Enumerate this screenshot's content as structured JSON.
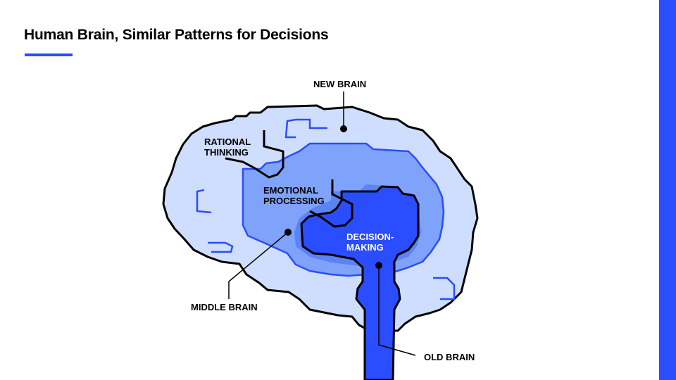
{
  "slide": {
    "title": "Human Brain, Similar Patterns for Decisions"
  },
  "colors": {
    "accent": "#2a4dff",
    "outline": "#000000",
    "new_brain_fill": "#cfdefe",
    "middle_brain_fill": "#7fa3fb",
    "middle_inner_fill": "#5b82f7",
    "old_brain_fill": "#2a4dff",
    "inner_stroke": "#2a4dff"
  },
  "diagram": {
    "labels": {
      "new_brain": "NEW BRAIN",
      "rational_1": "RATIONAL",
      "rational_2": "THINKING",
      "emotional_1": "EMOTIONAL",
      "emotional_2": "PROCESSING",
      "decision_1": "DECISION-",
      "decision_2": "MAKING",
      "middle_brain": "MIDDLE BRAIN",
      "old_brain": "OLD BRAIN"
    }
  }
}
